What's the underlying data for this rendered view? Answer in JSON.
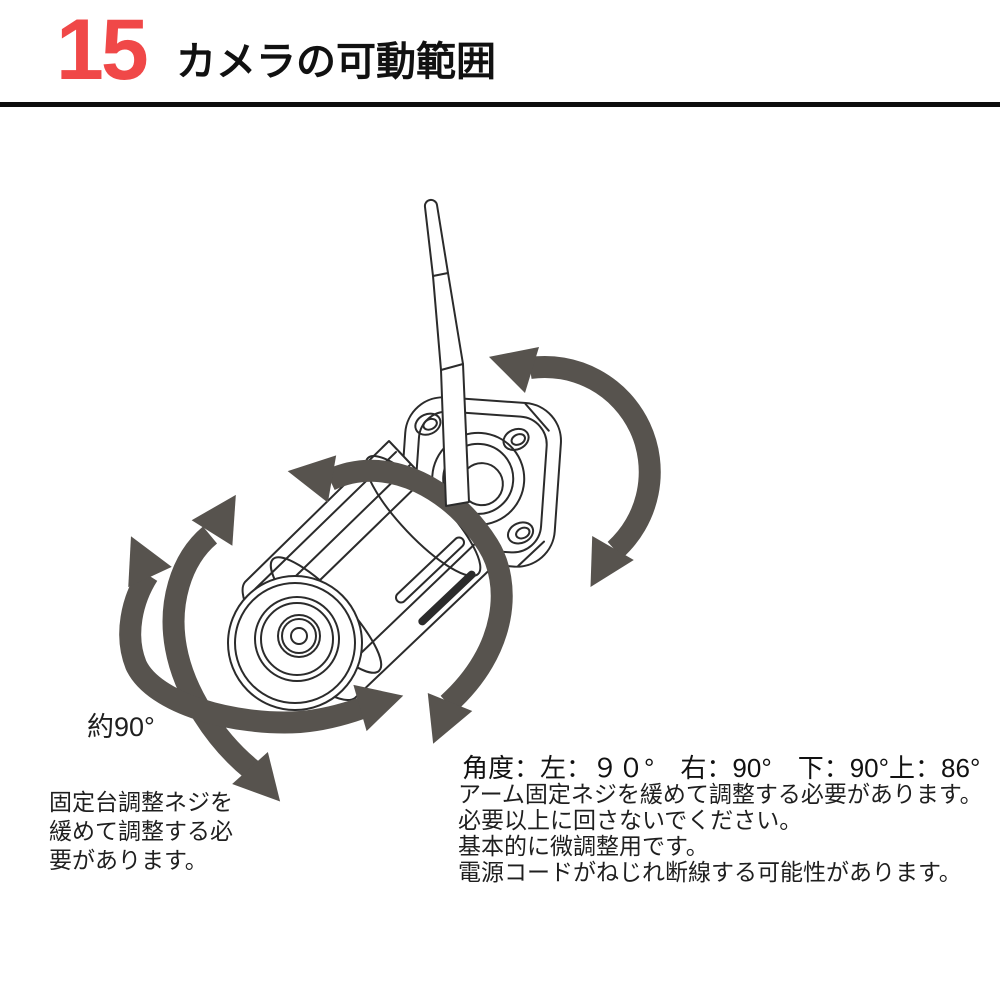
{
  "header": {
    "section_number": "15",
    "title": "カメラの可動範囲"
  },
  "colors": {
    "accent_red": "#f04848",
    "arrow_gray": "#57534e",
    "line_art": "#2b2b2b",
    "rule_black": "#0d0d0d"
  },
  "diagram": {
    "illustration_name": "wireless-bullet-camera-with-rotation-arrows",
    "angle_label": "約90°",
    "base_note_lines": [
      "固定台調整ネジを",
      "緩めて調整する必",
      "要があります。"
    ]
  },
  "angle_spec": {
    "text": "角度：左：９０°　右：90°　下：90°上：86°"
  },
  "notes": {
    "lines": [
      "アーム固定ネジを緩めて調整する必要があります。",
      "必要以上に回さないでください。",
      "基本的に微調整用です。",
      "電源コードがねじれ断線する可能性があります。"
    ]
  }
}
